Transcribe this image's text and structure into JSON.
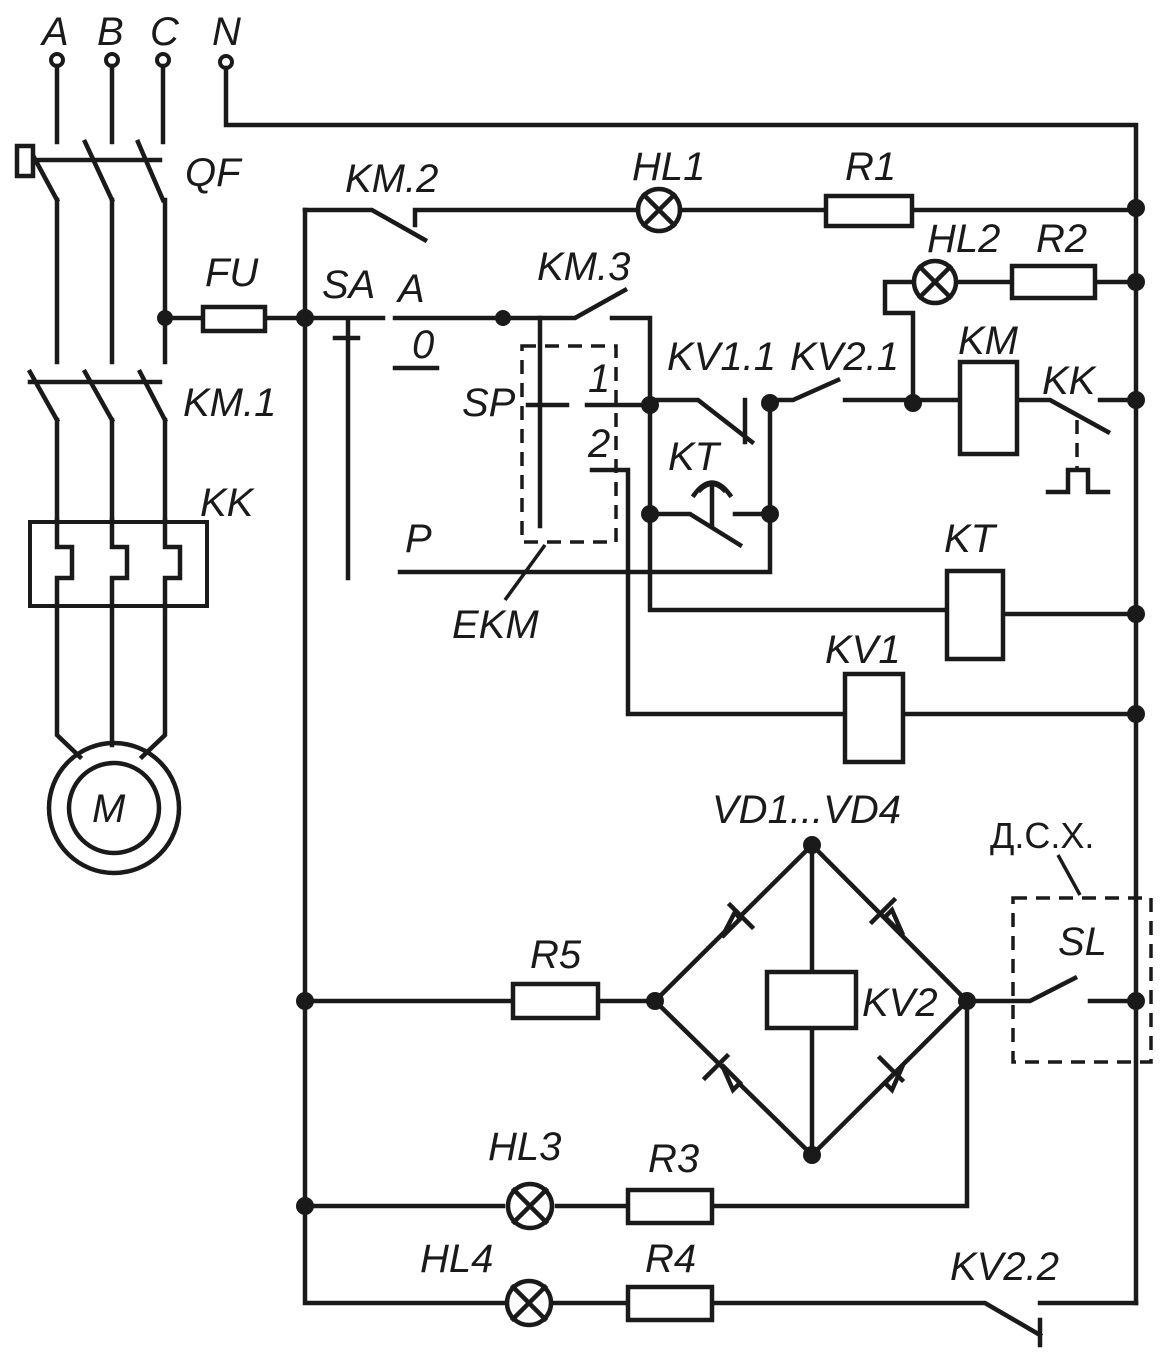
{
  "labels": {
    "phase_a": "A",
    "phase_b": "B",
    "phase_c": "C",
    "neutral": "N",
    "qf": "QF",
    "fu": "FU",
    "km1": "KM.1",
    "kk_relay": "KK",
    "motor": "M",
    "sa": "SA",
    "sa_pos_a": "A",
    "sa_pos_0": "0",
    "sa_pos_p": "P",
    "km2": "KM.2",
    "hl1": "HL1",
    "r1": "R1",
    "km3": "KM.3",
    "hl2": "HL2",
    "r2": "R2",
    "sp": "SP",
    "sp_pos_1": "1",
    "sp_pos_2": "2",
    "kv11": "KV1.1",
    "kv21": "KV2.1",
    "km_coil": "KM",
    "kk_contact": "KK",
    "kt_contact": "KT",
    "kt_coil": "KT",
    "ekm": "EKM",
    "kv1_coil": "KV1",
    "bridge": "VD1...VD4",
    "r5": "R5",
    "kv2_coil": "KV2",
    "dsx": "Д.С.Х.",
    "sl": "SL",
    "hl3": "HL3",
    "r3": "R3",
    "hl4": "HL4",
    "r4": "R4",
    "kv22": "KV2.2"
  }
}
